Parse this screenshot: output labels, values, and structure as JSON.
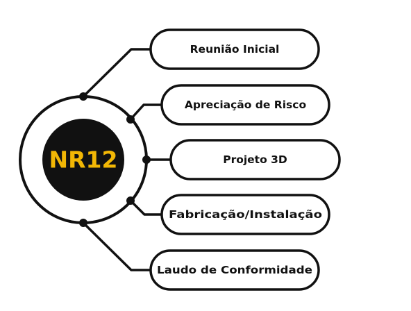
{
  "center": {
    "label": "NR12"
  },
  "steps": [
    {
      "label": "Reunião Inicial"
    },
    {
      "label": "Apreciação de Risco"
    },
    {
      "label": "Projeto 3D"
    },
    {
      "label": "Fabricação/Instalação"
    },
    {
      "label": "Laudo de Conformidade"
    }
  ],
  "colors": {
    "line": "#111111",
    "center_fill": "#111111",
    "center_text": "#f2b705",
    "box_fill": "#ffffff",
    "box_text": "#111111"
  }
}
